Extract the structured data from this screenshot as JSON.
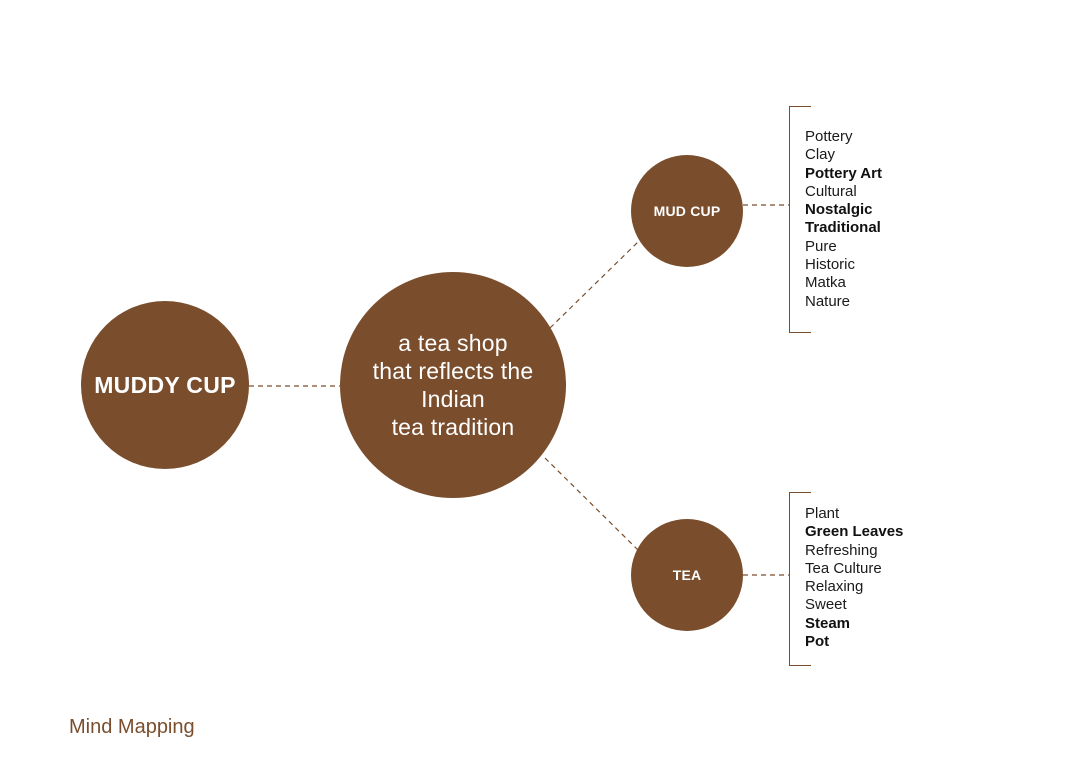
{
  "colors": {
    "node_fill": "#7a4e2d",
    "node_text": "#ffffff",
    "connector": "#7a4e2d",
    "list_text": "#1a1a1a",
    "footer_text": "#7a4e2d"
  },
  "nodes": {
    "root": {
      "label": "MUDDY CUP"
    },
    "center": {
      "label": "a tea shop\nthat reflects the\nIndian\n tea tradition"
    },
    "mud_cup": {
      "label": "MUD CUP"
    },
    "tea": {
      "label": "TEA"
    }
  },
  "mud_cup_words": [
    {
      "text": "Pottery",
      "bold": false
    },
    {
      "text": "Clay",
      "bold": false
    },
    {
      "text": "Pottery Art",
      "bold": true
    },
    {
      "text": "Cultural",
      "bold": false
    },
    {
      "text": "Nostalgic",
      "bold": true
    },
    {
      "text": "Traditional",
      "bold": true
    },
    {
      "text": "Pure",
      "bold": false
    },
    {
      "text": "Historic",
      "bold": false
    },
    {
      "text": "Matka",
      "bold": false
    },
    {
      "text": "Nature",
      "bold": false
    }
  ],
  "tea_words": [
    {
      "text": "Plant",
      "bold": false
    },
    {
      "text": "Green Leaves",
      "bold": true
    },
    {
      "text": "Refreshing",
      "bold": false
    },
    {
      "text": "Tea Culture",
      "bold": false
    },
    {
      "text": "Relaxing",
      "bold": false
    },
    {
      "text": "Sweet",
      "bold": false
    },
    {
      "text": "Steam",
      "bold": true
    },
    {
      "text": "Pot",
      "bold": true
    }
  ],
  "footer": {
    "label": "Mind Mapping"
  }
}
